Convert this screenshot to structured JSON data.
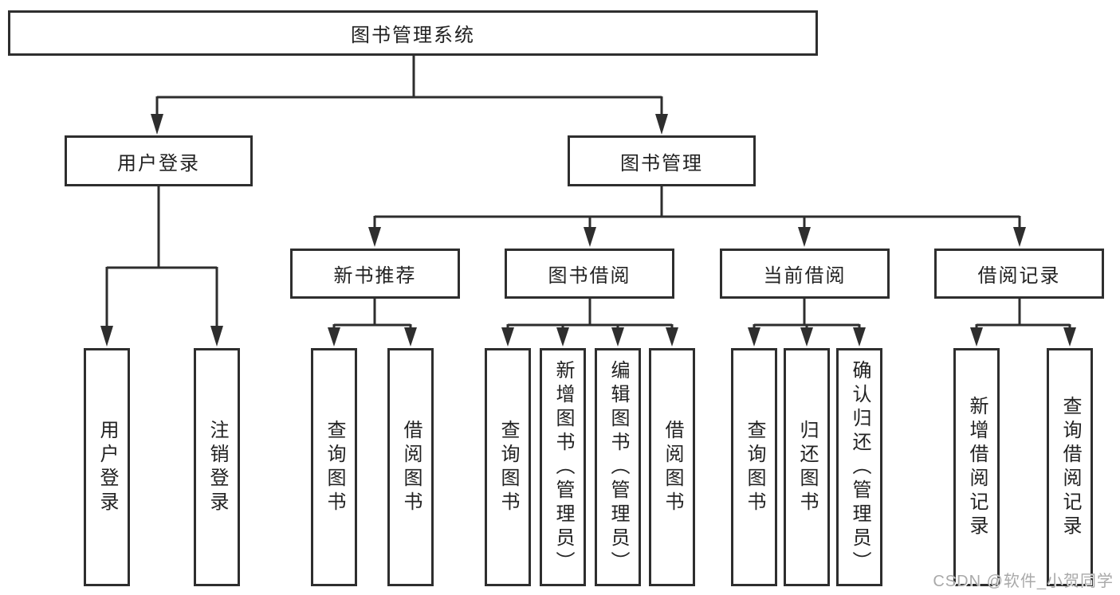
{
  "title": {
    "label": "图书管理系统"
  },
  "level2": [
    {
      "label": "用户登录"
    },
    {
      "label": "图书管理"
    }
  ],
  "level3": [
    {
      "label": "新书推荐"
    },
    {
      "label": "图书借阅"
    },
    {
      "label": "当前借阅"
    },
    {
      "label": "借阅记录"
    }
  ],
  "leaves": [
    {
      "label": "用户登录"
    },
    {
      "label": "注销登录"
    },
    {
      "label": "查询图书"
    },
    {
      "label": "借阅图书"
    },
    {
      "label": "查询图书"
    },
    {
      "label": "新增图书（管理员）"
    },
    {
      "label": "编辑图书（管理员）"
    },
    {
      "label": "借阅图书"
    },
    {
      "label": "查询图书"
    },
    {
      "label": "归还图书"
    },
    {
      "label": "确认归还（管理员）"
    },
    {
      "label": "新增借阅记录"
    },
    {
      "label": "查询借阅记录"
    }
  ],
  "watermark": "CSDN @软件_小贺同学",
  "colors": {
    "line": "#2e2e2e",
    "border": "#2e2e2e",
    "text": "#222222",
    "background": "#ffffff",
    "watermark": "#a9a9a9"
  }
}
